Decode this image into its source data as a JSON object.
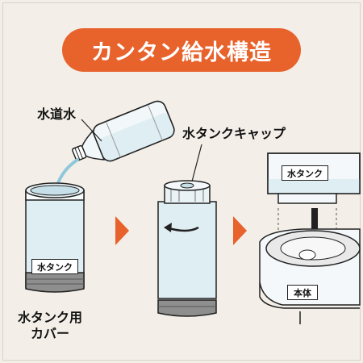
{
  "title": "カンタン給水構造",
  "labels": {
    "tap_water": "水道水",
    "tank_cap": "水タンクキャップ",
    "tank_cover_line1": "水タンク用",
    "tank_cover_line2": "カバー"
  },
  "tags": {
    "tank_1": "水タンク",
    "tank_3": "水タンク",
    "body": "本体"
  },
  "colors": {
    "accent": "#e8622c",
    "background": "#f3efe8",
    "water": "#dfeef3",
    "tank_base": "#8e8e8e"
  }
}
